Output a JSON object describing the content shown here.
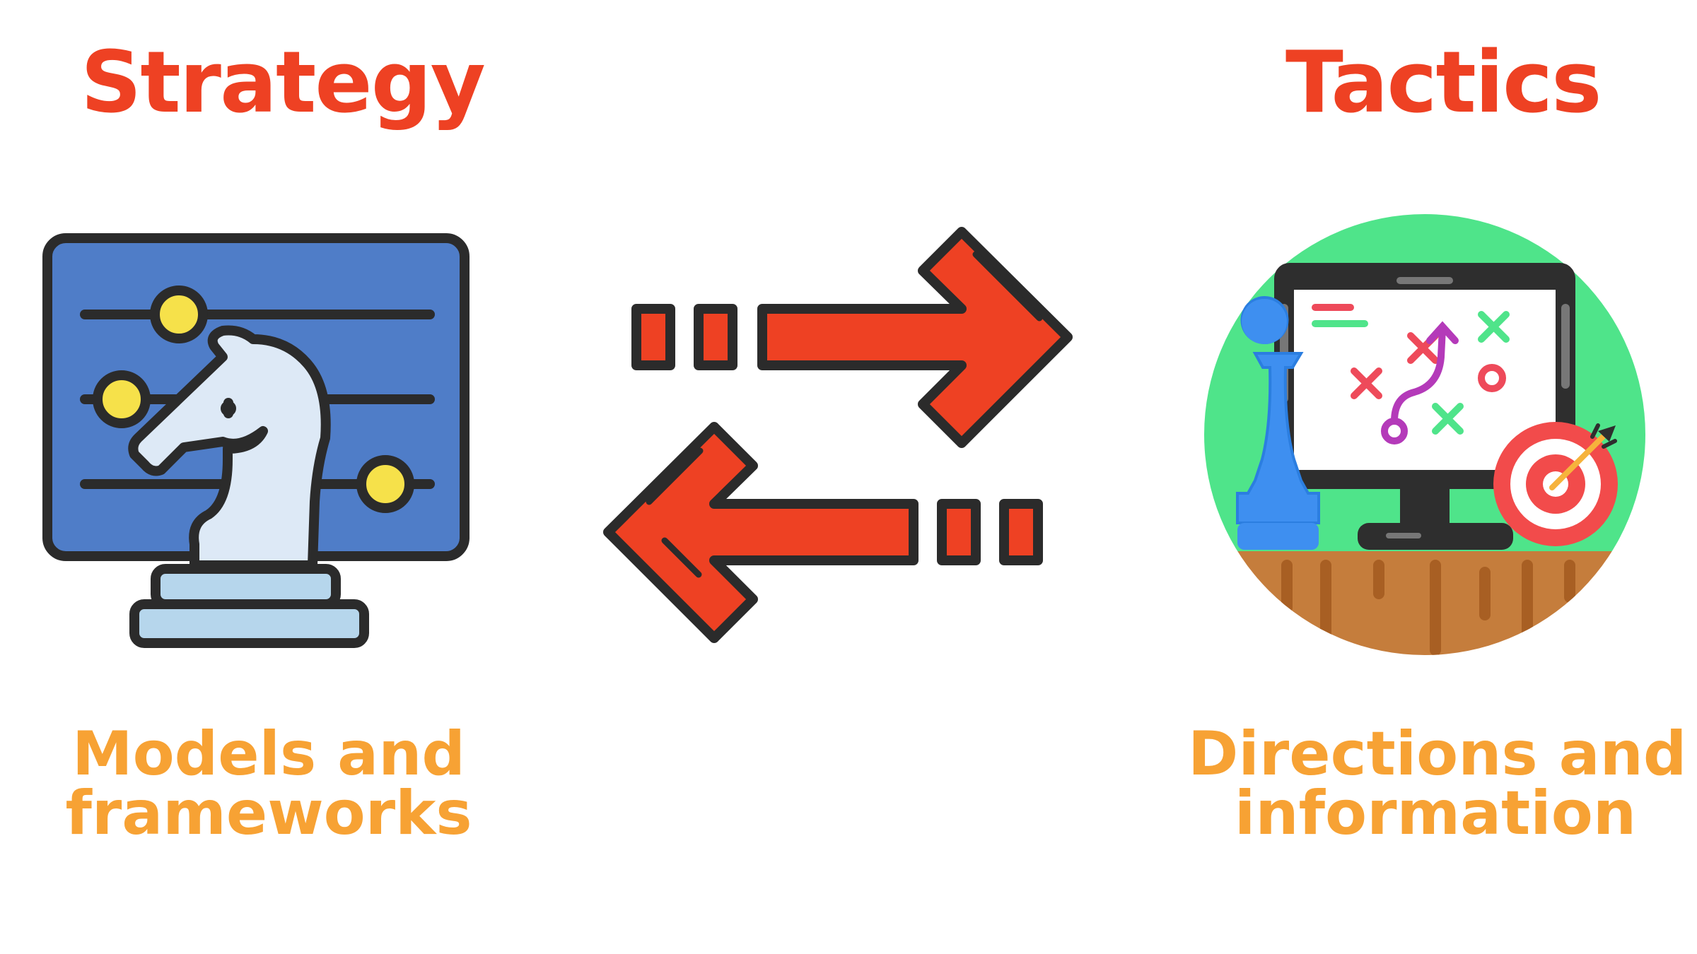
{
  "left": {
    "title": "Strategy",
    "caption_lines": [
      "Models and",
      "frameworks"
    ],
    "icon": "chess-knight-monitor-icon"
  },
  "right": {
    "title": "Tactics",
    "caption_lines": [
      "Directions and",
      "information"
    ],
    "icon": "tactics-monitor-target-icon"
  },
  "center": {
    "icon": "exchange-arrows-icon"
  },
  "colors": {
    "title": "#ee4123",
    "caption": "#f7a234",
    "arrow": "#ee4123",
    "outline": "#2b2b2b",
    "board": "#4f7dc8",
    "green": "#4fe48a"
  }
}
